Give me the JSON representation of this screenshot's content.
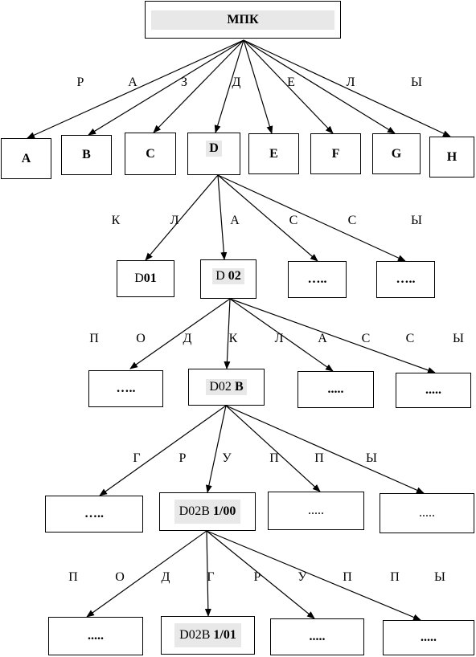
{
  "root": {
    "text": "МПК"
  },
  "row1": {
    "caption": [
      "Р",
      "А",
      "З",
      "Д",
      "Е",
      "Л",
      "Ы"
    ],
    "boxes": [
      "A",
      "B",
      "C",
      "D",
      "E",
      "F",
      "G",
      "H"
    ]
  },
  "row2": {
    "caption": [
      "К",
      "Л",
      "А",
      "С",
      "С",
      "Ы"
    ],
    "box1": {
      "prefix": "D",
      "bold": "01"
    },
    "box2": {
      "prefix": "D ",
      "bold": "02"
    },
    "box3": "…..",
    "box4": "….."
  },
  "row3": {
    "caption": [
      "П",
      "О",
      "Д",
      "К",
      "Л",
      "А",
      "С",
      "С",
      "Ы"
    ],
    "box1": "…..",
    "box2": {
      "prefix": "D02 ",
      "bold": "B"
    },
    "box3": ".....",
    "box4": "....."
  },
  "row4": {
    "caption": [
      "Г",
      "Р",
      "У",
      "П",
      "П",
      "Ы"
    ],
    "box1": "…..",
    "box2": {
      "prefix": "D02B ",
      "bold": "1/00"
    },
    "box3": ".....",
    "box4": "....."
  },
  "row5": {
    "caption": [
      "П",
      "О",
      "Д",
      "Г",
      "Р",
      "У",
      "П",
      "П",
      "Ы"
    ],
    "box1": ".....",
    "box2": {
      "prefix": "D02B ",
      "bold": "1/01"
    },
    "box3": ".....",
    "box4": "....."
  }
}
